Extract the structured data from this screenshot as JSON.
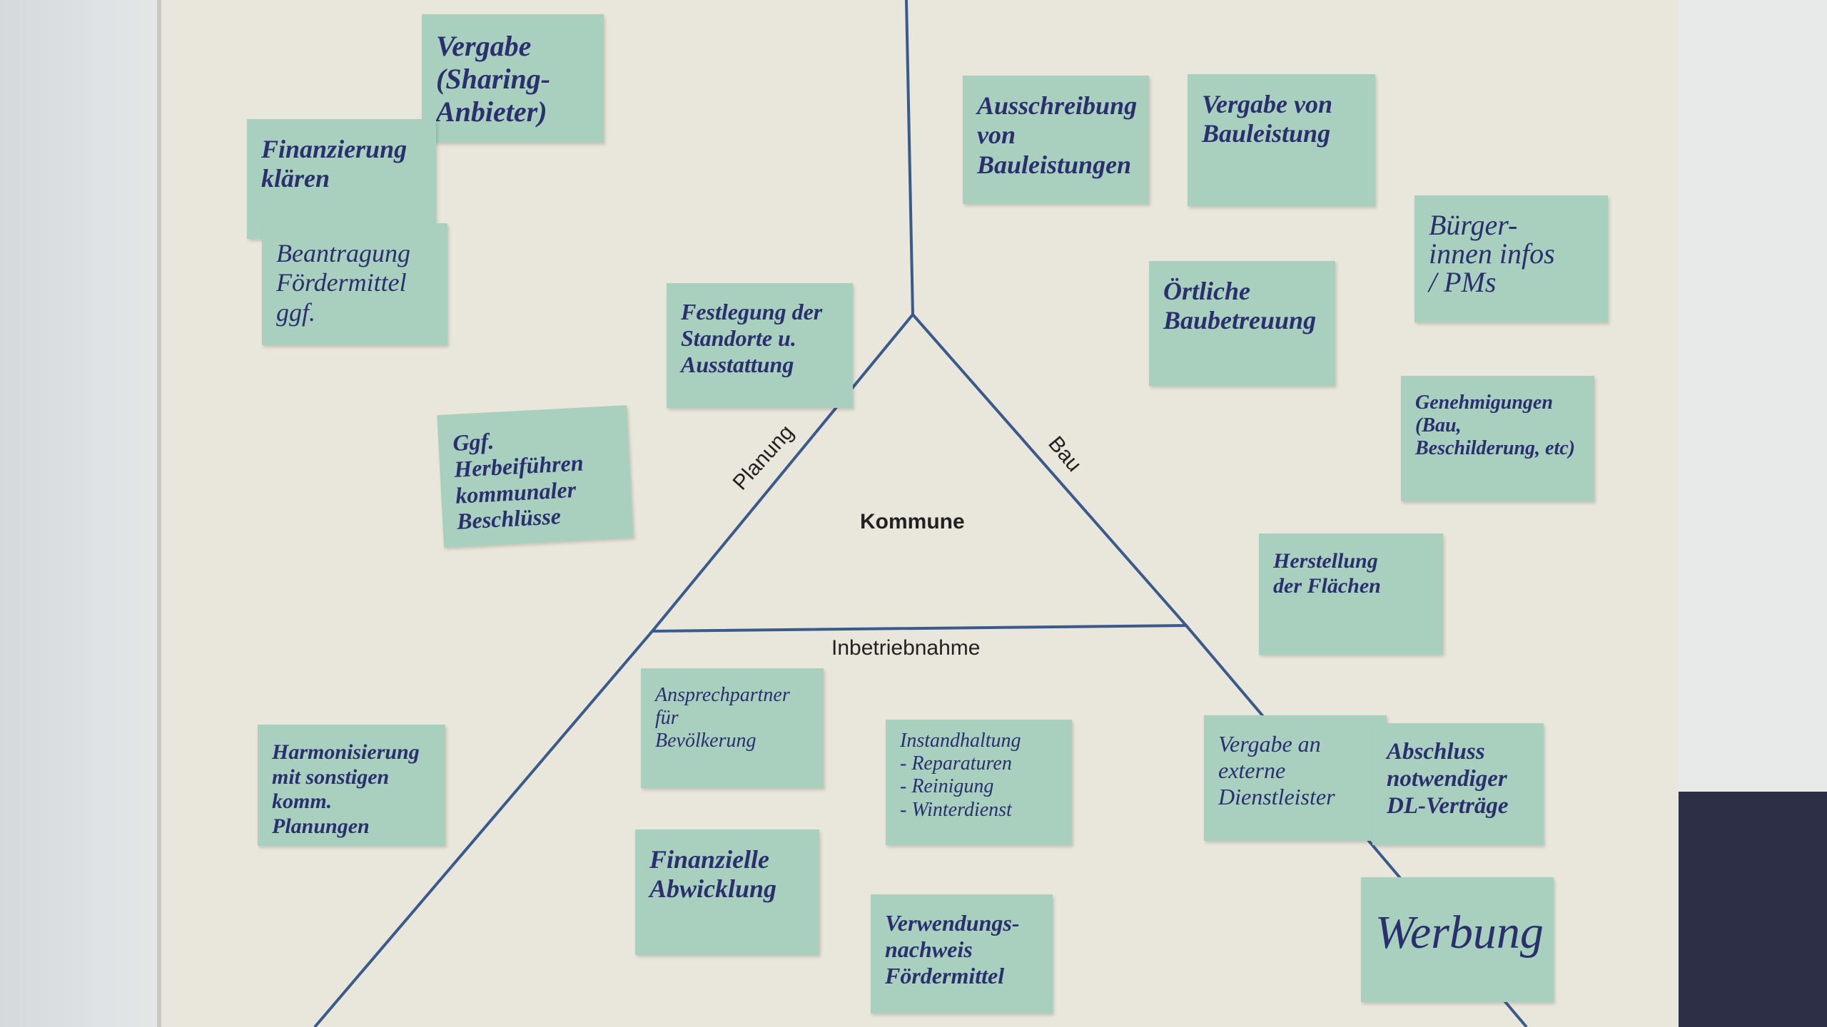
{
  "diagram": {
    "center_label": "Kommune",
    "side_labels": {
      "left": "Planung",
      "right": "Bau",
      "bottom": "Inbetriebnahme"
    },
    "line_color": "#3b5a8c",
    "note_color": "#a9cfbf",
    "ink_color": "#2a2f6e"
  },
  "notes": [
    "Vergabe\n(Sharing-Anbieter)",
    "Finanzierung\nklären",
    "Beantragung\nFördermittel\nggf.",
    "Festlegung der\nStandorte u.\nAusstattung",
    "Ggf. Herbeiführen\nkommunaler\nBeschlüsse",
    "Ausschreibung\nvon\nBauleistungen",
    "Vergabe von\nBauleistung",
    "Bürger-\ninnen infos\n/ PMs",
    "Örtliche\nBaubetreuung",
    "Genehmigungen\n(Bau, Beschilderung, etc)",
    "Herstellung\nder Flächen",
    "Ansprechpartner\nfür\nBevölkerung",
    "Instandhaltung\n- Reparaturen\n- Reinigung\n- Winterdienst",
    "Harmonisierung\nmit sonstigen\nkomm. Planungen",
    "Finanzielle\nAbwicklung",
    "Verwendungs-\nnachweis\nFördermittel",
    "Vergabe an\nexterne\nDienstleister",
    "Abschluss\nnotwendiger\nDL-Verträge",
    "Werbung"
  ]
}
